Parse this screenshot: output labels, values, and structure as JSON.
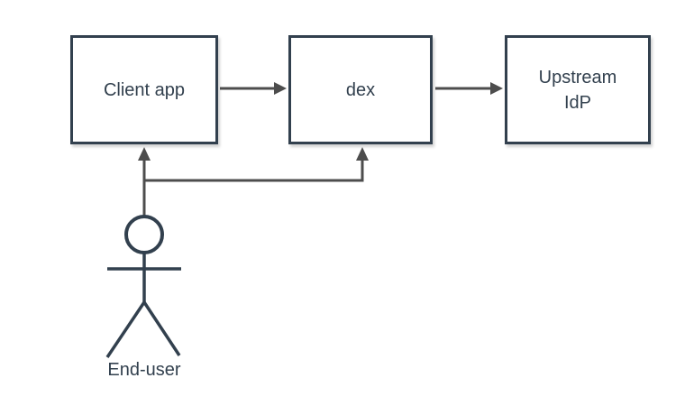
{
  "diagram": {
    "type": "flowchart",
    "background": "#ffffff",
    "nodes": {
      "client_app": {
        "label": "Client app",
        "shape": "rectangle"
      },
      "dex": {
        "label": "dex",
        "shape": "rectangle"
      },
      "upstream_idp": {
        "label": "Upstream IdP",
        "label_line1": "Upstream",
        "label_line2": "IdP",
        "shape": "rectangle"
      },
      "end_user": {
        "label": "End-user",
        "shape": "stick-figure"
      }
    },
    "edges": [
      {
        "from": "Client app",
        "to": "dex",
        "style": "arrow"
      },
      {
        "from": "dex",
        "to": "Upstream IdP",
        "style": "arrow"
      },
      {
        "from": "End-user",
        "to": "Client app",
        "style": "arrow"
      },
      {
        "from": "End-user",
        "to": "dex",
        "style": "arrow-elbow"
      }
    ],
    "colors": {
      "node_border": "#32404e",
      "node_fill": "#ffffff",
      "text": "#32404e",
      "connector": "#4d4d4d"
    }
  }
}
